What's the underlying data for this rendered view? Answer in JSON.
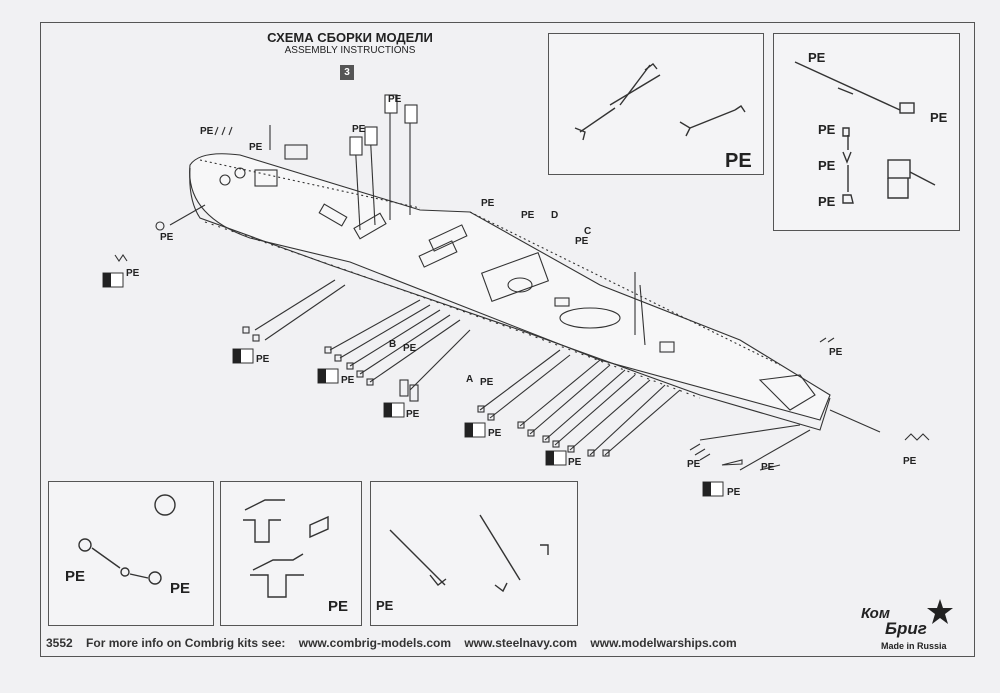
{
  "header": {
    "title": "СХЕМА СБОРКИ МОДЕЛИ",
    "subtitle": "ASSEMBLY INSTRUCTIONS",
    "step": "3"
  },
  "labels": {
    "pe": "PE",
    "a": "A",
    "b": "B",
    "c": "C",
    "d": "D"
  },
  "footer": {
    "kit_number": "3552",
    "info_text": "For more info on Combrig kits see:",
    "sites": [
      "www.combrig-models.com",
      "www.steelnavy.com",
      "www.modelwarships.com"
    ]
  },
  "logo": {
    "line1": "Ком",
    "line2": "Бриг",
    "made_in": "Made in Russia"
  },
  "colors": {
    "line": "#333333",
    "frame": "#555555",
    "background": "#f1f1f3"
  }
}
